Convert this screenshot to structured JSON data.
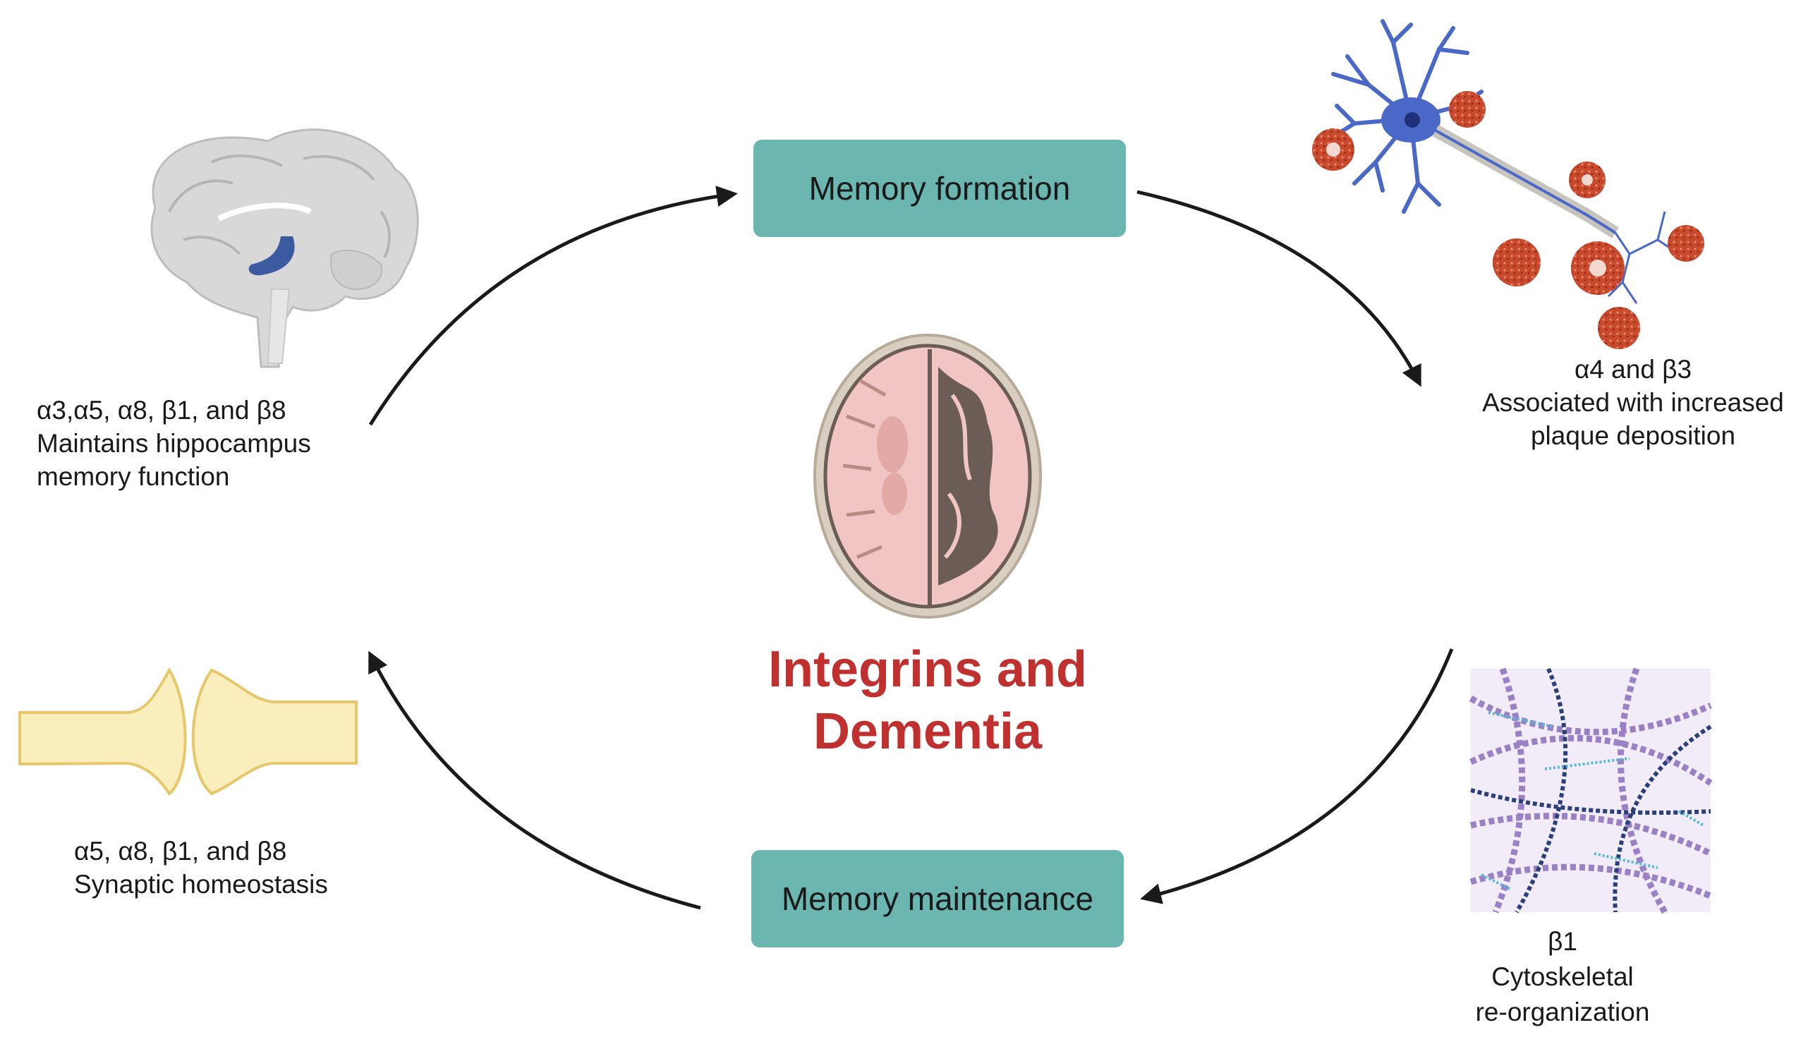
{
  "boxes": {
    "formation": "Memory formation",
    "maintenance": "Memory maintenance"
  },
  "labels": {
    "hippocampus": [
      "α3,α5, α8, β1, and β8",
      "Maintains hippocampus",
      "memory function"
    ],
    "plaque": [
      "α4 and β3",
      "Associated with increased",
      "plaque deposition"
    ],
    "cytoskeletal": [
      "β1",
      "Cytoskeletal",
      "re-organization"
    ],
    "synaptic": [
      "α5, α8, β1, and β8",
      "Synaptic homeostasis"
    ]
  },
  "center_title": [
    "Integrins and",
    "Dementia"
  ],
  "colors": {
    "box_fill": "#6cb6b1",
    "title_red": "#c0302e",
    "arrow": "#1a1a1a",
    "neuron_blue": "#4a68c8",
    "plaque_red": "#c8492c",
    "synapse_yellow": "#fbeebd",
    "brain_pink": "#f1c5c4",
    "cytoskeleton_purple": "#9a80c4"
  },
  "icons": [
    "sagittal-brain-icon",
    "neuron-plaque-icon",
    "axial-brain-scan-icon",
    "synapse-icon",
    "cytoskeleton-icon"
  ]
}
